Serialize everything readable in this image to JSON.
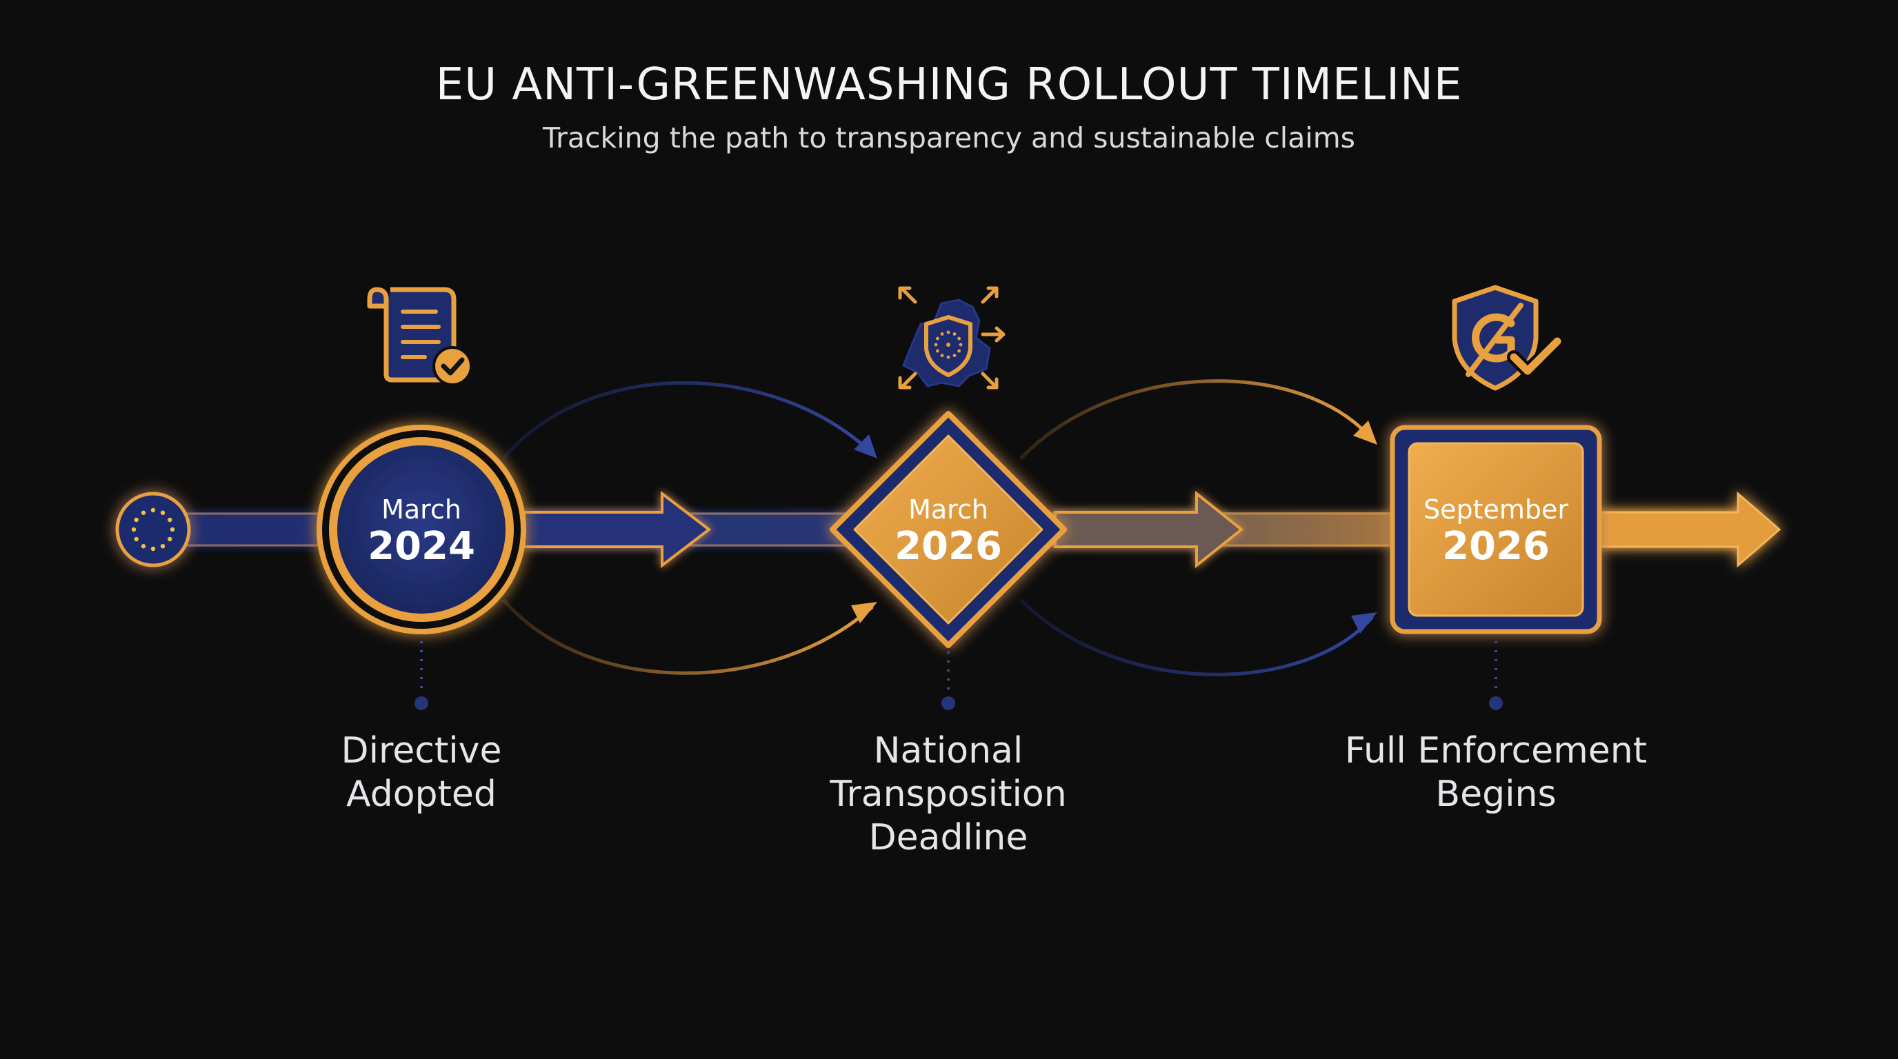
{
  "header": {
    "title": "EU ANTI-GREENWASHING ROLLOUT TIMELINE",
    "subtitle": "Tracking the path to transparency and sustainable claims"
  },
  "milestones": [
    {
      "month": "March",
      "year": "2024",
      "label_lines": [
        "Directive",
        "Adopted"
      ],
      "shape": "circle",
      "icon": "document-check-icon"
    },
    {
      "month": "March",
      "year": "2026",
      "label_lines": [
        "National",
        "Transposition",
        "Deadline"
      ],
      "shape": "diamond",
      "icon": "eu-map-shield-icon"
    },
    {
      "month": "September",
      "year": "2026",
      "label_lines": [
        "Full Enforcement",
        "Begins"
      ],
      "shape": "square",
      "icon": "shield-check-icon"
    }
  ],
  "start_marker_icon": "eu-flag-icon",
  "colors": {
    "background": "#0d0d0e",
    "navy": "#1e2c6e",
    "navy_dark": "#16214f",
    "gold": "#e9a140",
    "gold_light": "#f3b65a",
    "gold_dark": "#c57f25",
    "text": "#e6e6ea"
  }
}
